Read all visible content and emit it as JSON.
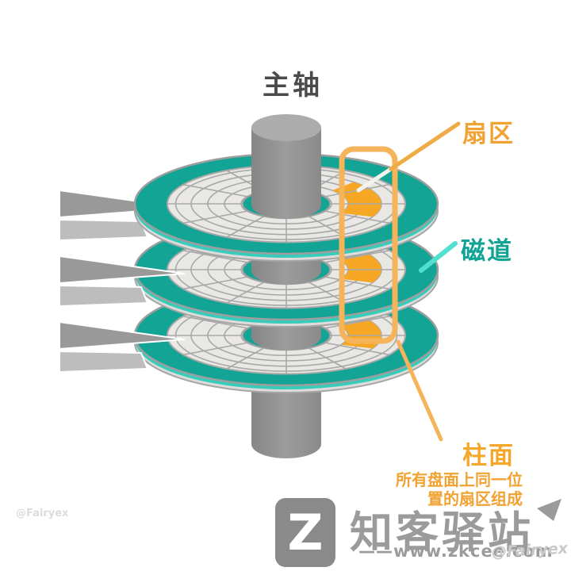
{
  "title": {
    "spindle_label": "主轴"
  },
  "annotations": {
    "sector": {
      "label": "扇区"
    },
    "track": {
      "label": "磁道"
    },
    "cylinder": {
      "label": "柱面",
      "note_line1": "所有盘面上同一位",
      "note_line2": "置的扇区组成"
    }
  },
  "watermarks": {
    "author_left": "@Fairyex",
    "author_right": "@Fairyex",
    "logo_letter": "Z",
    "site_name": "知客驿站",
    "site_url": "——www.zkcee.com"
  },
  "diagram": {
    "type": "hard-disk-structure",
    "platter_count": 3,
    "arm_count": 3
  },
  "colors": {
    "teal": "#12A494",
    "teal_bright": "#38CCBA",
    "surface": "#E9E8E5",
    "platter_lip": "#DEDDDB",
    "track_line": "#A9A9A9",
    "orange": "#F6A825",
    "orange_box": "#F5B45A",
    "orange_line": "#EFAC44",
    "cyan_line": "#4FE0D0",
    "arm_dark": "#999999",
    "arm_light": "#BDBDBD",
    "spindle_gray": "#929292",
    "label_gray": "#4A4A4A",
    "label_orange": "#F0A232",
    "label_teal": "#10A495",
    "watermark_gray": "#9B9B9B",
    "watermark_light": "#C9C9C9"
  }
}
